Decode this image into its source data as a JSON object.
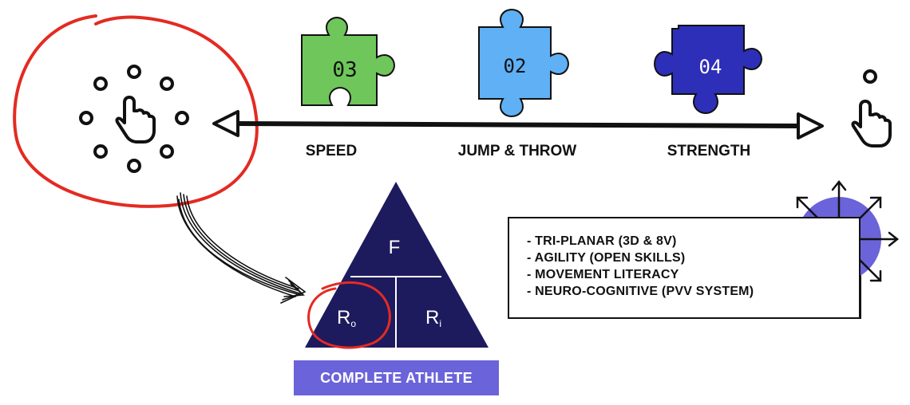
{
  "puzzles": [
    {
      "number": "03",
      "color": "#6fc65a"
    },
    {
      "number": "02",
      "color": "#5fb0f5"
    },
    {
      "number": "04",
      "color": "#2d2fb8"
    }
  ],
  "captions": {
    "speed": "SPEED",
    "jump_throw": "JUMP & THROW",
    "strength": "STRENGTH"
  },
  "pyramid": {
    "top": "F",
    "bottom_left": "R",
    "bottom_left_sub": "o",
    "bottom_right": "R",
    "bottom_right_sub": "i",
    "color": "#1e1a5e"
  },
  "banner": {
    "label": "COMPLETE ATHLETE",
    "color": "#6b63d9"
  },
  "list_items": [
    "- TRI-PLANAR (3D & 8V)",
    "- AGILITY (OPEN SKILLS)",
    "- MOVEMENT LITERACY",
    "- NEURO-COGNITIVE (PVV SYSTEM)"
  ],
  "compass_color": "#6b63d9",
  "highlight_color": "#e32b22",
  "icons": [
    "hand-pointer-icon",
    "dots-circle-icon",
    "double-arrow-icon",
    "compass-arrows-icon"
  ]
}
